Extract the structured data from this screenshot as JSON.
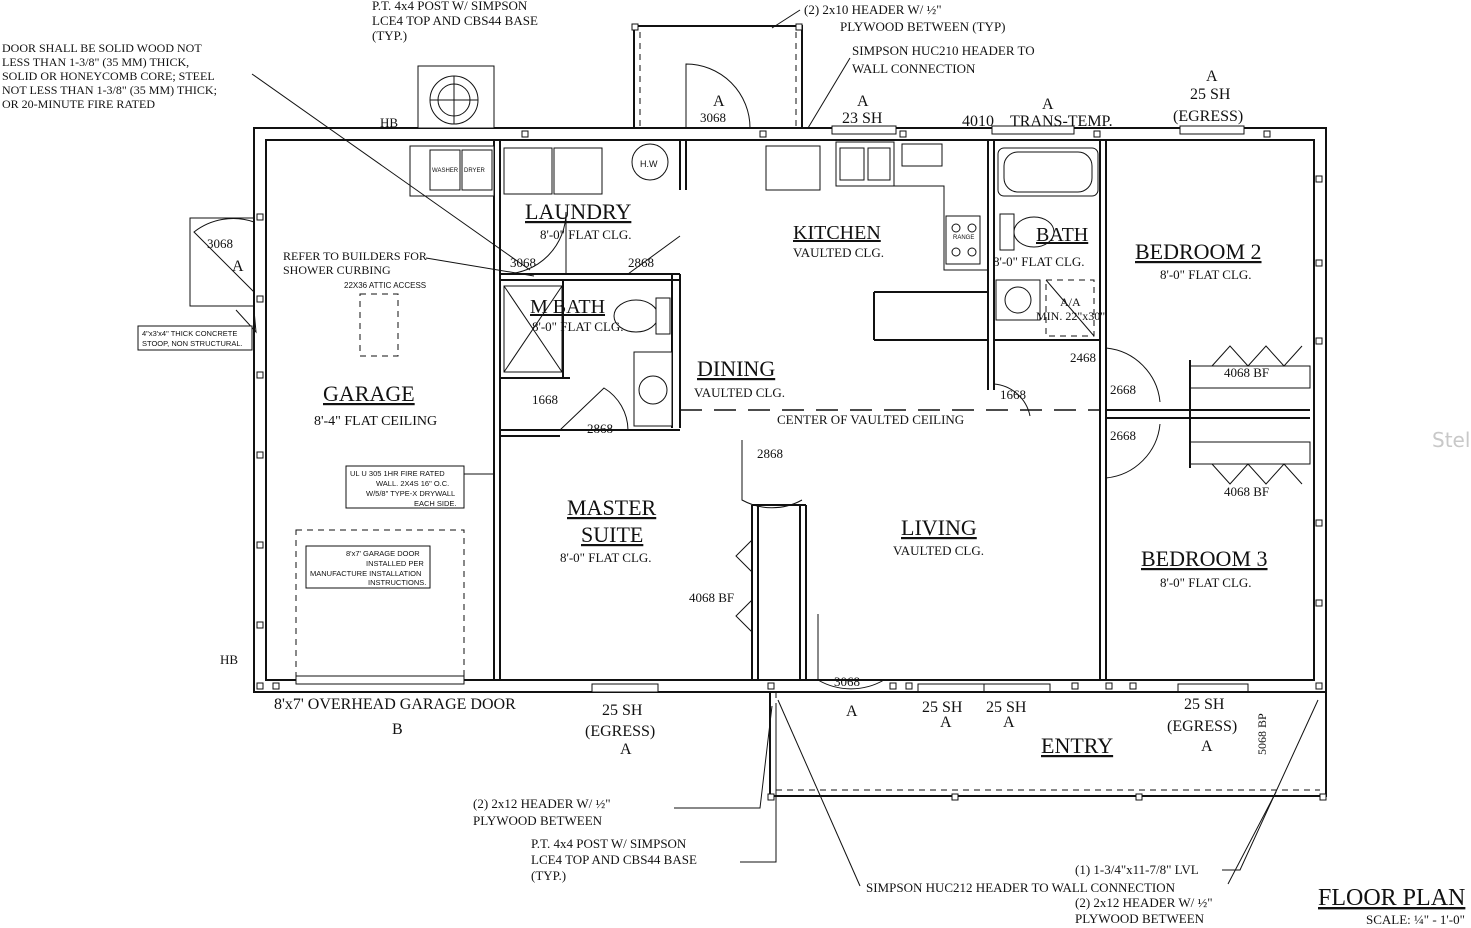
{
  "rooms": {
    "laundry": {
      "name": "LAUNDRY",
      "ceiling": "8'-0\" FLAT CLG."
    },
    "kitchen": {
      "name": "KITCHEN",
      "ceiling": "VAULTED CLG."
    },
    "bath": {
      "name": "BATH",
      "ceiling": "8'-0\" FLAT CLG."
    },
    "bedroom2": {
      "name": "BEDROOM 2",
      "ceiling": "8'-0\" FLAT CLG."
    },
    "mbath": {
      "name": "M BATH",
      "ceiling": "8'-0\" FLAT CLG."
    },
    "dining": {
      "name": "DINING",
      "ceiling": "VAULTED CLG."
    },
    "garage": {
      "name": "GARAGE",
      "ceiling": "8'-4\" FLAT CEILING"
    },
    "master": {
      "name1": "MASTER",
      "name2": "SUITE",
      "ceiling": "8'-0\" FLAT CLG."
    },
    "living": {
      "name": "LIVING",
      "ceiling": "VAULTED CLG."
    },
    "bedroom3": {
      "name": "BEDROOM 3",
      "ceiling": "8'-0\" FLAT CLG."
    },
    "entry": {
      "name": "ENTRY"
    }
  },
  "notes": {
    "door_spec": [
      "DOOR SHALL BE SOLID WOOD NOT",
      "LESS THAN 1-3/8\" (35 MM) THICK,",
      "SOLID OR HONEYCOMB CORE; STEEL",
      "NOT LESS THAN 1-3/8\" (35 MM) THICK;",
      "OR 20-MINUTE FIRE RATED"
    ],
    "post_top": [
      "P.T. 4x4 POST W/ SIMPSON",
      "LCE4 TOP AND CBS44 BASE",
      "(TYP.)"
    ],
    "header_top": [
      "(2) 2x10 HEADER W/ ½\"",
      "PLYWOOD BETWEEN (TYP)"
    ],
    "huc210": [
      "SIMPSON HUC210 HEADER TO",
      "WALL CONNECTION"
    ],
    "shower": [
      "REFER TO BUILDERS FOR",
      "SHOWER CURBING"
    ],
    "attic": "22X36 ATTIC ACCESS",
    "stoop": [
      "4\"x3'x4\" THICK CONCRETE",
      "STOOP, NON STRUCTURAL."
    ],
    "firewall": [
      "UL U 305 1HR FIRE RATED",
      "WALL. 2X4S 16\" O.C.",
      "W/5/8\" TYPE-X DRYWALL",
      "EACH SIDE."
    ],
    "garage_door_note": [
      "8'x7' GARAGE DOOR",
      "INSTALLED PER",
      "MANUFACTURE INSTALLATION",
      "INSTRUCTIONS."
    ],
    "vault_center": "CENTER OF VAULTED CEILING",
    "header_bottom": [
      "(2) 2x12 HEADER W/ ½\"",
      "PLYWOOD BETWEEN"
    ],
    "post_bottom": [
      "P.T. 4x4 POST W/ SIMPSON",
      "LCE4 TOP AND CBS44 BASE",
      "(TYP.)"
    ],
    "huc212": "SIMPSON HUC212 HEADER TO WALL CONNECTION",
    "lvl": "(1) 1-3/4\"x11-7/8\" LVL",
    "header_br": [
      "(2) 2x12 HEADER W/ ½\"",
      "PLYWOOD BETWEEN"
    ],
    "min_access": [
      "A/A",
      "MIN. 22\"x30\""
    ]
  },
  "labels": {
    "hb": "HB",
    "hw": "H.W",
    "a": "A",
    "b": "B",
    "d3068": "3068",
    "d2868": "2868",
    "d1668": "1668",
    "d2468": "2468",
    "d2668": "2668",
    "d4068bf": "4068 BF",
    "d4010": "4010",
    "trans": "TRANS-TEMP.",
    "sh23": "23 SH",
    "sh25": "25 SH",
    "egress": "(EGRESS)",
    "d5068bp": "5068 BP",
    "garage_door": "8'x7' OVERHEAD GARAGE DOOR",
    "range": "RANGE",
    "washer": "WASHER",
    "dryer": "DRYER"
  },
  "title": {
    "main": "FLOOR PLAN",
    "scale": "SCALE: ¼\" - 1'-0\""
  },
  "watermark": "Stel"
}
